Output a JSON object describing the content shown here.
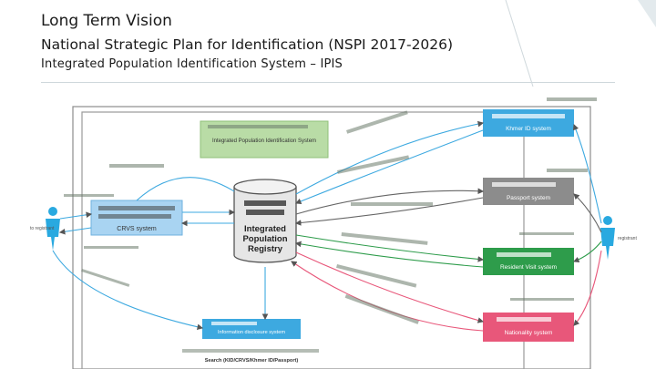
{
  "header": {
    "title": "Long Term Vision",
    "subtitle": "National Strategic Plan for Identification (NSPI 2017-2026)",
    "section": "Integrated Population Identification System – IPIS"
  },
  "diagram": {
    "ipis_box": "Integrated Population Identification System",
    "registry": [
      "Integrated",
      "Population",
      "Registry"
    ],
    "crvs": "CRVS system",
    "khmer_id": "Khmer ID system",
    "passport": "Passport system",
    "resident": "Resident Visit system",
    "nationality": "Nationality system",
    "disclosure": "Information disclosure system",
    "search": "Search (KID/CRVS/Khmer ID/Passport)",
    "to_registrant": "to registrant",
    "registrant": "registrant",
    "colors": {
      "green_box": "#b9dca6",
      "blue_box": "#3da9e0",
      "light_blue": "#a9d4f2",
      "gray": "#8c8c8c",
      "green": "#2e9c4b",
      "pink": "#e8577a",
      "person": "#29a9e0"
    }
  }
}
